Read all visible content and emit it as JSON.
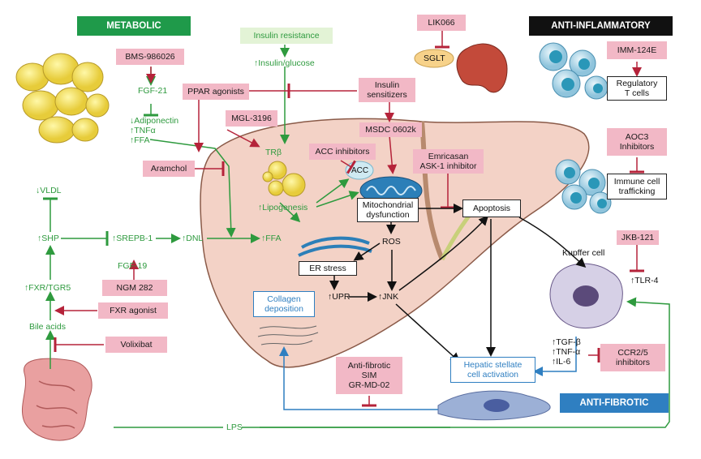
{
  "headers": {
    "metabolic": "METABOLIC",
    "anti_inflammatory": "ANTI-INFLAMMATORY",
    "anti_fibrotic": "ANTI-FIBROTIC"
  },
  "drugs": {
    "bms": "BMS-986026",
    "ppar": "PPAR agonists",
    "mgl": "MGL-3196",
    "aramchol": "Aramchol",
    "acc_inhib": "ACC inhibitors",
    "insulin_sens": "Insulin\nsensitizers",
    "msdc": "MSDC 0602k",
    "emricasan": "Emricasan\nASK-1 inhibitor",
    "lik066": "LIK066",
    "imm": "IMM-124E",
    "aoc3": "AOC3\nInhibitors",
    "jkb": "JKB-121",
    "ngm": "NGM 282",
    "fxr_agonist": "FXR agonist",
    "volixibat": "Volixibat",
    "antifibrotic": "Anti-fibrotic\nSIM\nGR-MD-02",
    "ccr": "CCR2/5\ninhibitors"
  },
  "green_text": {
    "insulin_resistance": "Insulin resistance",
    "insulin_glucose": "↑Insulin/glucose",
    "fgf21": "FGF-21",
    "adipo": "↓Adiponectin\n↑TNFα\n↑FFA",
    "trb": "TRβ",
    "lipogenesis": "↑Lipogenesis",
    "vldl": "↓VLDL",
    "shp": "↑SHP",
    "srepb": "↑SREPB-1",
    "dnl": "↑DNL",
    "ffa2": "↑FFA",
    "fgf19": "FGF-19",
    "fxr_tgr5": "↑FXR/TGR5",
    "bile_acids": "Bile acids",
    "lps": "LPS"
  },
  "dark_text": {
    "acc": "ACC",
    "sglt": "SGLT",
    "ros": "ROS",
    "upr": "↑UPR",
    "jnk": "↑JNK",
    "kupffer": "Kupffer cell",
    "tlr4": "↑TLR-4",
    "cytokines": "↑TGF-β\n↑TNF-α\n↑IL-6"
  },
  "boxes": {
    "mito": "Mitochondrial\ndysfunction",
    "apoptosis": "Apoptosis",
    "er_stress": "ER stress",
    "treg": "Regulatory\nT cells",
    "immune": "Immune cell\ntrafficking",
    "collagen": "Collagen\ndeposition",
    "hsc": "Hepatic stellate\ncell activation"
  },
  "colors": {
    "green": "#2e9a3e",
    "red": "#b5233a",
    "pink": "#f2b8c6",
    "blue": "#2f7fc1",
    "header_green": "#1f9a4a",
    "header_black": "#111111",
    "header_blue": "#2f7fc1",
    "liver": "#f3d2c6"
  }
}
